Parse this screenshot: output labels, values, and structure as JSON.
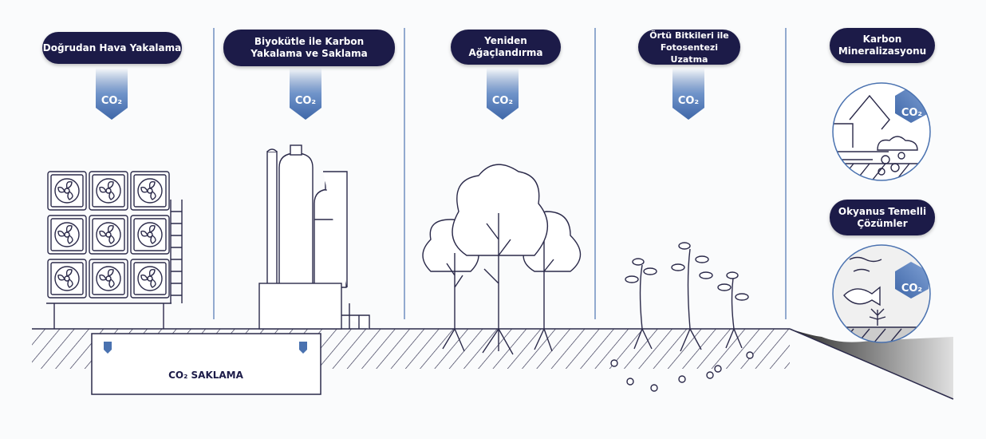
{
  "colors": {
    "pill": "#1c1b48",
    "accent": "#4a72b0",
    "line": "#2b2a4a",
    "divider": "#6f8fc0"
  },
  "methods": [
    {
      "label": "Doğrudan Hava Yakalama",
      "gas": "CO₂"
    },
    {
      "label": "Biyokütle ile Karbon Yakalama ve Saklama",
      "gas": "CO₂"
    },
    {
      "label": "Yeniden Ağaçlandırma",
      "gas": "CO₂"
    },
    {
      "label": "Örtü Bitkileri ile Fotosentezi Uzatma",
      "gas": "CO₂"
    },
    {
      "label": "Karbon Mineralizasyonu",
      "gas": "CO₂"
    },
    {
      "label": "Okyanus Temelli Çözümler",
      "gas": "CO₂"
    }
  ],
  "storage_label": "CO₂ SAKLAMA"
}
